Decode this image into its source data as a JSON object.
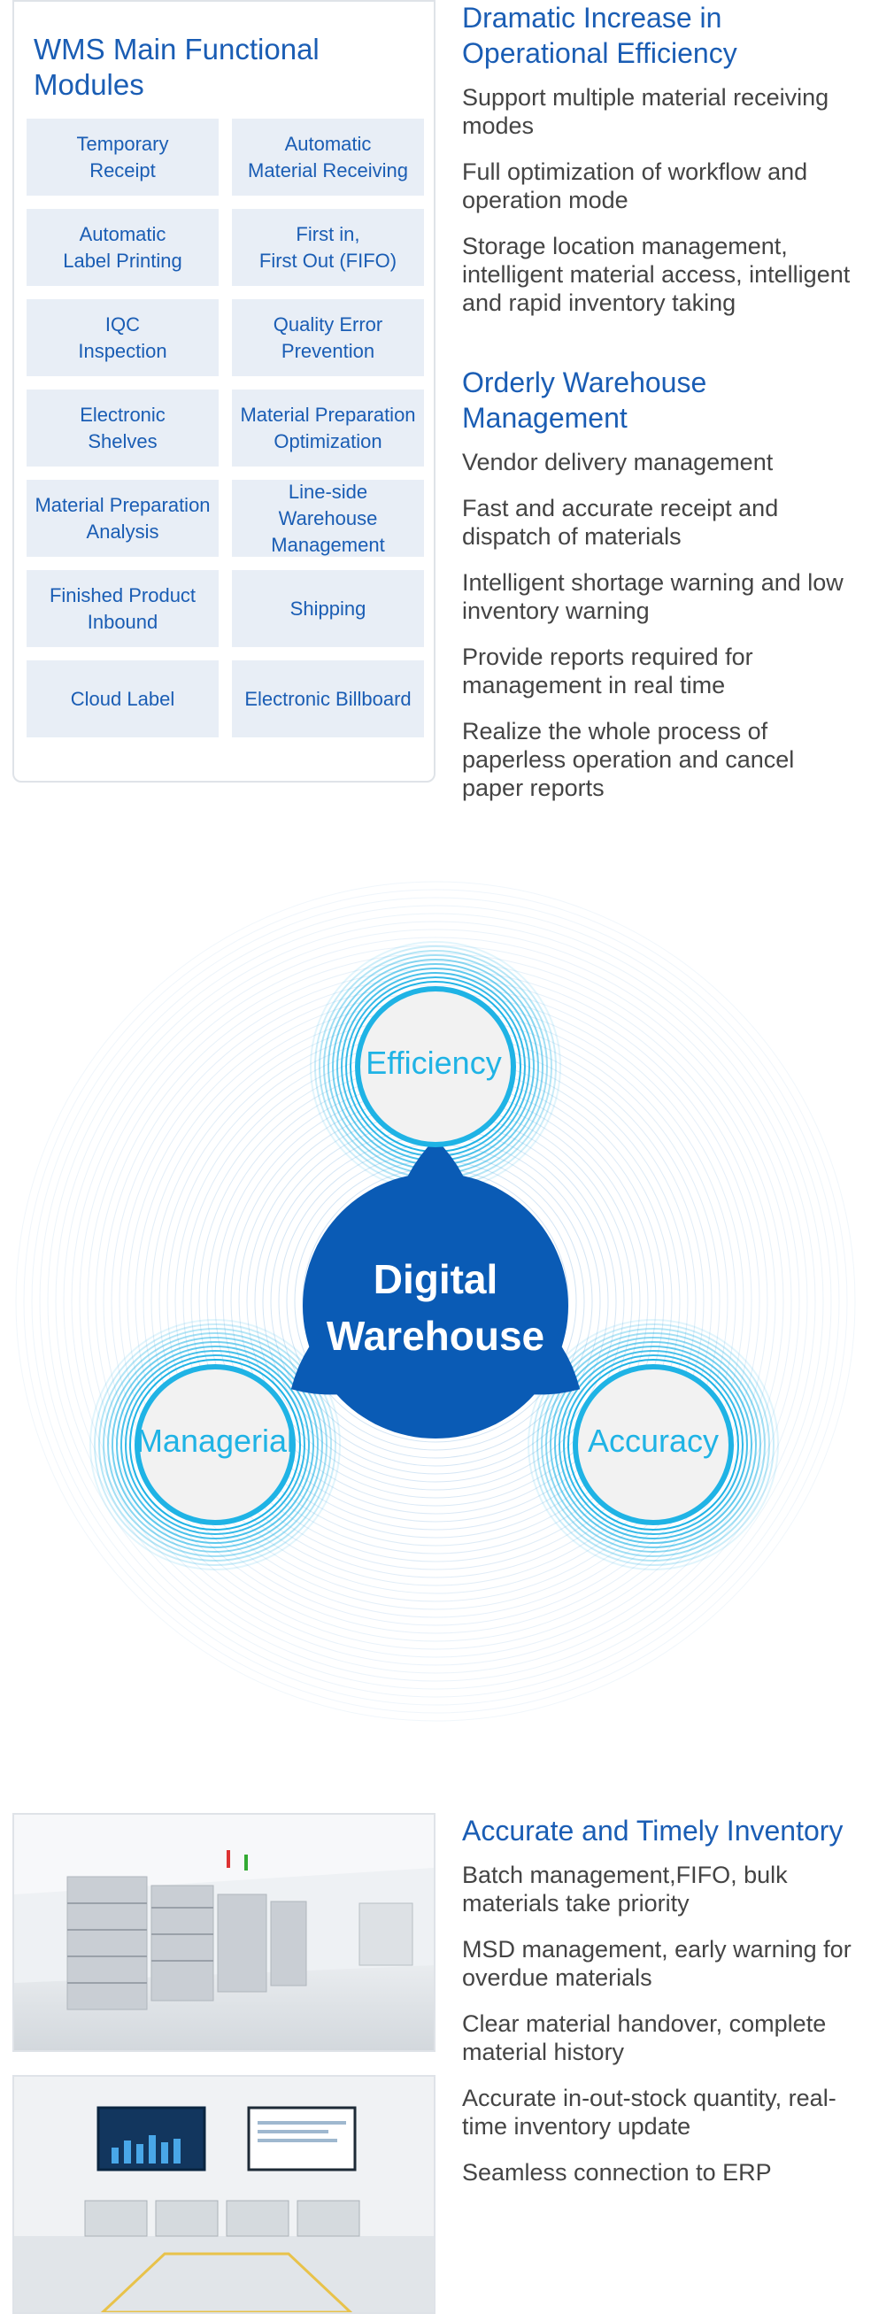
{
  "modules": {
    "title": "WMS Main Functional Modules",
    "items": [
      "Temporary\nReceipt",
      "Automatic\nMaterial Receiving",
      "Automatic\nLabel Printing",
      "First in,\nFirst Out (FIFO)",
      "IQC\nInspection",
      "Quality Error\nPrevention",
      "Electronic\nShelves",
      "Material Preparation\nOptimization",
      "Material Preparation\nAnalysis",
      "Line-side Warehouse\nManagement",
      "Finished Product\nInbound",
      "Shipping",
      "Cloud Label",
      "Electronic Billboard"
    ]
  },
  "efficiency_block": {
    "heading": "Dramatic Increase in Operational Efficiency",
    "items": [
      "Support multiple material receiving modes",
      "Full optimization of workflow and operation mode",
      "Storage location management, intelligent material access, intelligent and rapid inventory taking"
    ]
  },
  "management_block": {
    "heading": "Orderly Warehouse Management",
    "items": [
      "Vendor delivery management",
      "Fast and accurate receipt and dispatch of materials",
      "Intelligent shortage warning and low inventory warning",
      "Provide reports required for management in real time",
      "Realize the whole process of paperless operation and cancel paper reports"
    ]
  },
  "diagram": {
    "center_line1": "Digital",
    "center_line2": "Warehouse",
    "node_top": "Efficiency",
    "node_left": "Managerial",
    "node_right": "Accuracy",
    "colors": {
      "center": "#0a5bb5",
      "ring": "#1fb3e5",
      "node_fill": "#f2f2f2",
      "ripple": "#9cc3e6"
    }
  },
  "inventory_block": {
    "heading": "Accurate and Timely Inventory",
    "items": [
      "Batch management,FIFO, bulk materials take priority",
      "MSD management, early warning for overdue materials",
      "Clear material handover, complete material history",
      "Accurate in-out-stock quantity, real-time inventory update",
      "Seamless connection to ERP"
    ]
  }
}
